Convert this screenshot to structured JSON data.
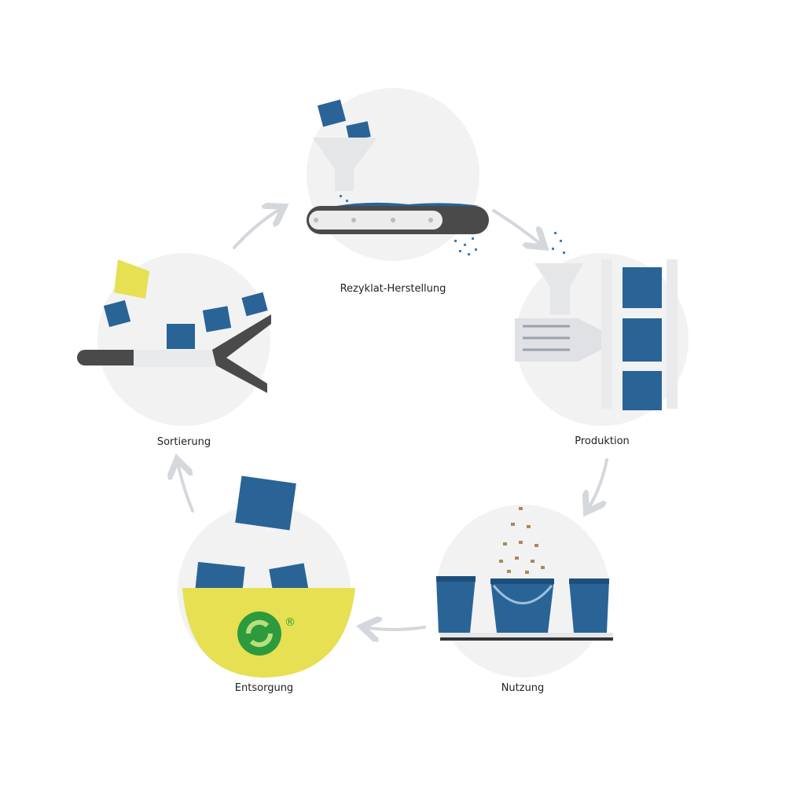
{
  "title": "Recycling cycle",
  "colors": {
    "circle": "#f2f2f3",
    "blue": "#2a6496",
    "dark_blue": "#1d4f7c",
    "belt": "#4a4a4a",
    "yellow": "#e6e052",
    "arrow": "#d4d8dc",
    "pellet": "#a88a5c"
  },
  "stages": [
    {
      "id": "rezyklat",
      "label": "Rezyklat-Herstellung"
    },
    {
      "id": "produktion",
      "label": "Produktion"
    },
    {
      "id": "nutzung",
      "label": "Nutzung"
    },
    {
      "id": "entsorgung",
      "label": "Entsorgung"
    },
    {
      "id": "sortierung",
      "label": "Sortierung"
    }
  ],
  "logo": {
    "registered_mark": "®"
  }
}
